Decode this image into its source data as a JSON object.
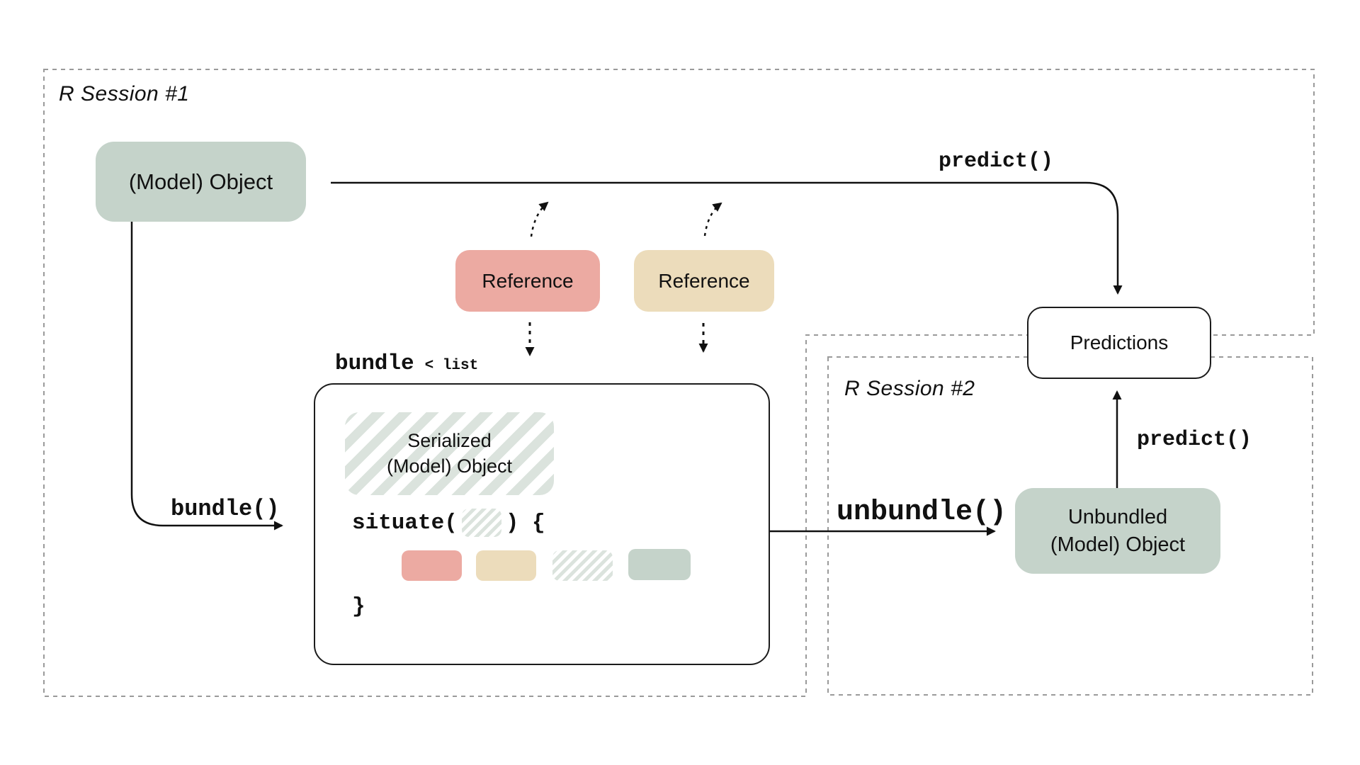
{
  "diagram": {
    "session1": {
      "label": "R Session #1"
    },
    "session2": {
      "label": "R Session #2"
    },
    "model_object": {
      "label": "(Model) Object"
    },
    "reference_red": {
      "label": "Reference"
    },
    "reference_tan": {
      "label": "Reference"
    },
    "bundle_header": {
      "name": "bundle",
      "annotation": "< list"
    },
    "serialized_object": {
      "line1": "Serialized",
      "line2": "(Model) Object"
    },
    "situate": {
      "prefix": "situate(",
      "suffix": ") {",
      "closing_brace": "}"
    },
    "functions": {
      "bundle": "bundle()",
      "unbundle": "unbundle()",
      "predict_session1": "predict()",
      "predict_session2": "predict()"
    },
    "predictions": {
      "label": "Predictions"
    },
    "unbundled_object": {
      "line1": "Unbundled",
      "line2": "(Model) Object"
    }
  },
  "colors": {
    "sage": "#c5d3ca",
    "salmon": "#ecaaa2",
    "tan": "#ecdcbb",
    "stripe": "#dbe3dd",
    "ink": "#111111",
    "dash": "#9a9a9a"
  }
}
